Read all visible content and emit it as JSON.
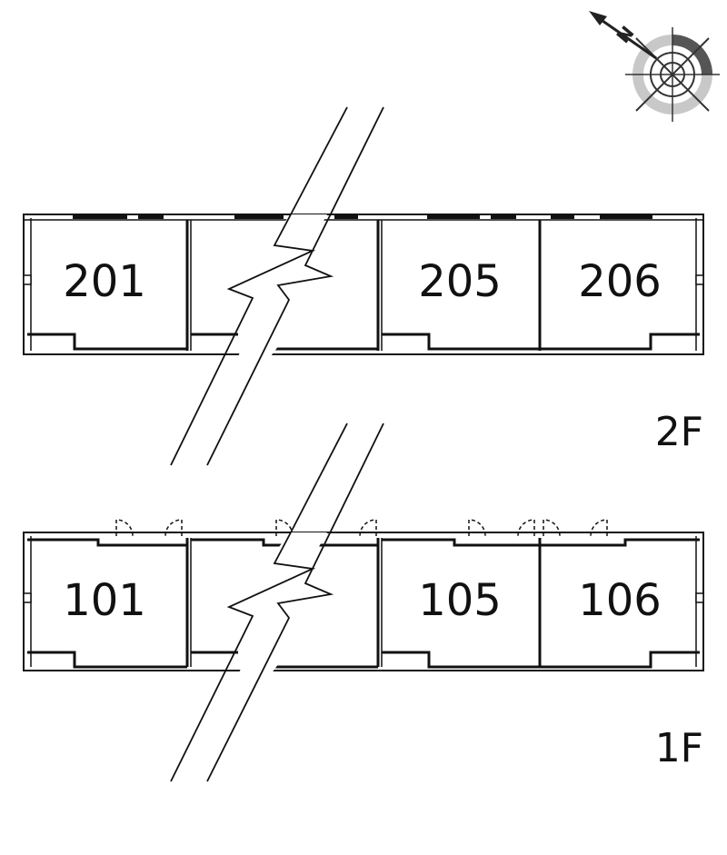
{
  "compass": {
    "north_label": "N"
  },
  "floors": [
    {
      "label": "2F",
      "units": [
        "201",
        "",
        "205",
        "206"
      ]
    },
    {
      "label": "1F",
      "units": [
        "101",
        "",
        "105",
        "106"
      ]
    }
  ]
}
